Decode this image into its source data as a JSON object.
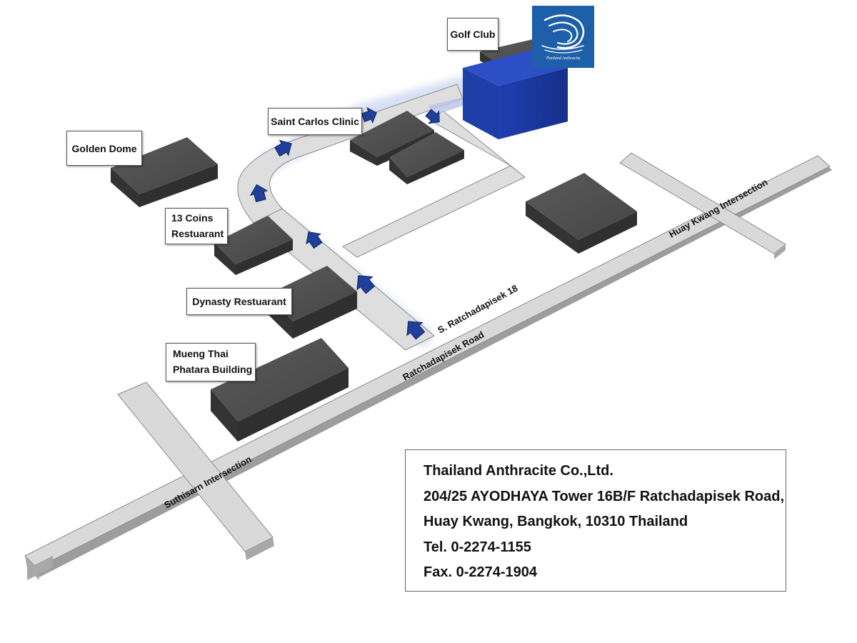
{
  "landmarks": {
    "golf_club": "Golf Club",
    "saint_carlos": "Saint Carlos Clinic",
    "golden_dome": "Golden Dome",
    "coins_line1": "13 Coins",
    "coins_line2": "Restuarant",
    "dynasty": "Dynasty Restuarant",
    "mueng_line1": "Mueng Thai",
    "mueng_line2": "Phatara Building"
  },
  "roads": {
    "ratchadapisek": "Ratchadapisek Road",
    "soi_18": "S. Ratchadapisek 18",
    "huay_kwang": "Huay Kwang Intersection",
    "suthisarn": "Suthisarn Intersection"
  },
  "logo": {
    "text": "Thailand Anthracite",
    "color": "#1d5fa8"
  },
  "address": {
    "company": "Thailand Anthracite Co.,Ltd.",
    "line1": "204/25 AYODHAYA Tower 16B/F Ratchadapisek Road,",
    "line2": "Huay Kwang, Bangkok, 10310 Thailand",
    "tel": "Tel.  0-2274-1155",
    "fax": "Fax. 0-2274-1904"
  },
  "colors": {
    "road": "#d9d9d9",
    "building": "#4a4a4a",
    "destination": "#1c3fa6",
    "arrow": "#1f3f9a"
  }
}
